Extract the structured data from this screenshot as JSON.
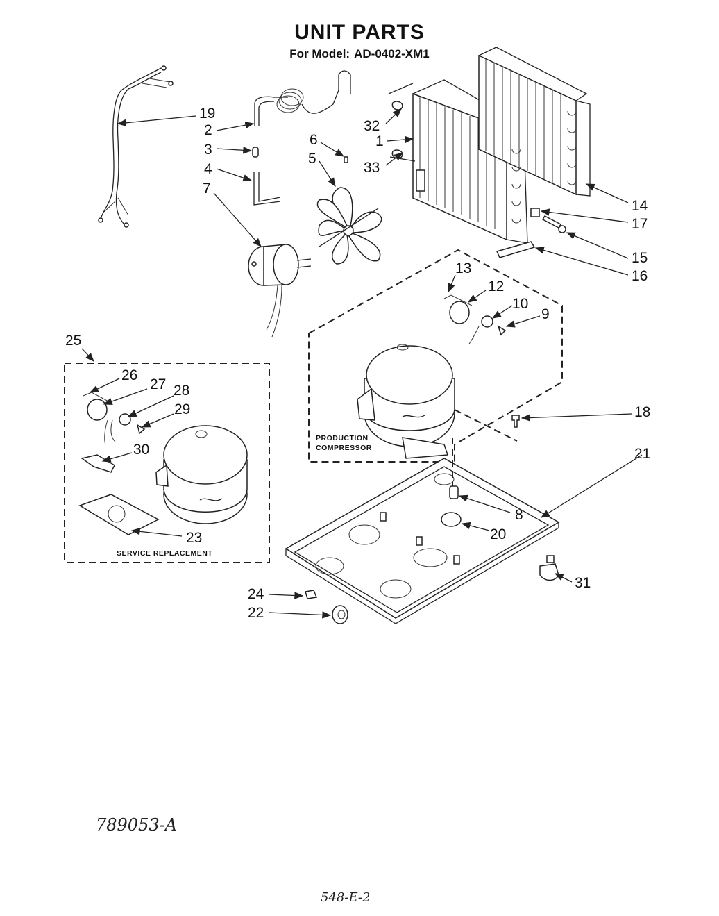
{
  "title": "UNIT PARTS",
  "model_prefix": "For Model:",
  "model_number": "AD-0402-XM1",
  "callouts": [
    "1",
    "2",
    "3",
    "4",
    "5",
    "6",
    "7",
    "8",
    "9",
    "10",
    "12",
    "13",
    "14",
    "15",
    "16",
    "17",
    "18",
    "19",
    "20",
    "21",
    "22",
    "23",
    "24",
    "25",
    "26",
    "27",
    "28",
    "29",
    "30",
    "31",
    "32",
    "33"
  ],
  "groups": {
    "production": "PRODUCTION\nCOMPRESSOR",
    "service": "SERVICE REPLACEMENT"
  },
  "drawing_number": "789053-A",
  "page_code": "548-E-2"
}
